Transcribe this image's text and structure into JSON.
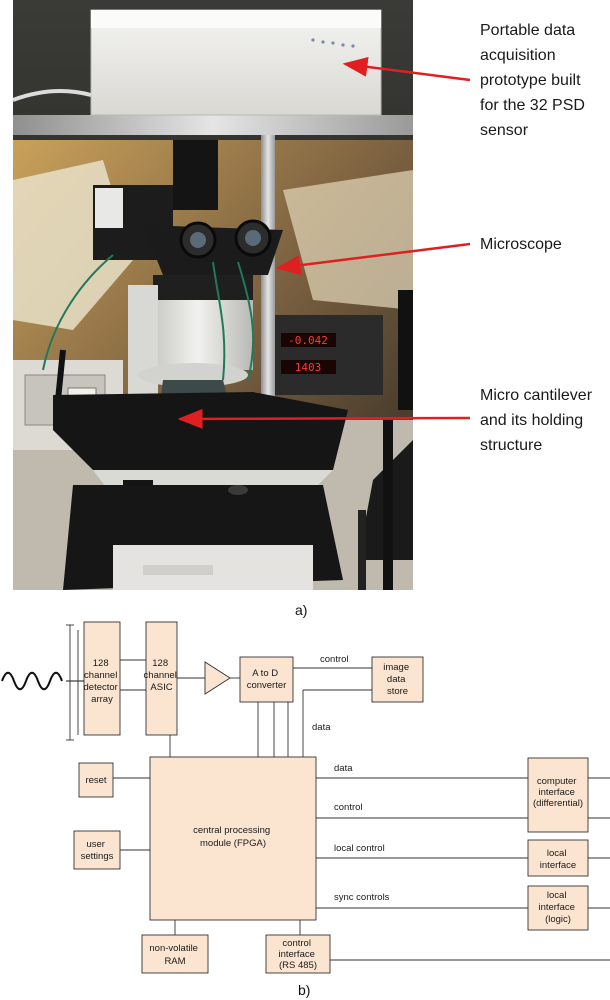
{
  "figure_a": {
    "annotations": [
      "Portable data\nacquisition\nprototype built\nfor the 32 PSD\nsensor",
      "Microscope",
      "Micro cantilever\nand its holding\nstructure"
    ],
    "stage_display_top": "-0.042",
    "stage_display_bottom": "1403",
    "caption": "a)",
    "arrow_color": "#e02020"
  },
  "figure_b": {
    "caption": "b)",
    "block_fill": "#fbe4d0",
    "blocks": {
      "detector": [
        "128",
        "channel",
        "detector",
        "array"
      ],
      "asic": [
        "128",
        "channel",
        "ASIC"
      ],
      "adc": [
        "A to D",
        "converter"
      ],
      "image_store": [
        "image",
        "data",
        "store"
      ],
      "reset": [
        "reset"
      ],
      "user_settings": [
        "user",
        "settings"
      ],
      "cpu": [
        "central processing",
        "module (FPGA)"
      ],
      "ram": [
        "non-volatile",
        "RAM"
      ],
      "control_iface": [
        "control",
        "interface",
        "(RS 485)"
      ],
      "computer_iface": [
        "computer",
        "interface",
        "(differential)"
      ],
      "local_iface": [
        "local",
        "interface"
      ],
      "local_iface_logic": [
        "local",
        "interface",
        "(logic)"
      ]
    },
    "line_labels": {
      "control_top": "control",
      "data_top": "data",
      "data": "data",
      "control": "control",
      "local_control": "local control",
      "sync_controls": "sync controls"
    }
  }
}
